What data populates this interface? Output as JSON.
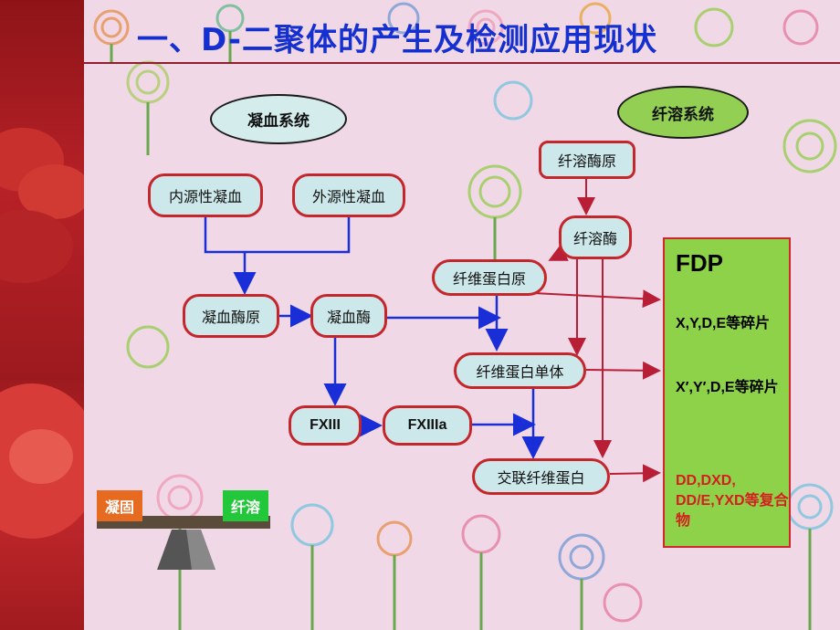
{
  "title": "一、D-二聚体的产生及检测应用现状",
  "ellipses": {
    "coagulation_system": "凝血系统",
    "fibrinolysis_system": "纤溶系统"
  },
  "nodes": {
    "intrinsic": "内源性凝血",
    "extrinsic": "外源性凝血",
    "prothrombin": "凝血酶原",
    "thrombin": "凝血酶",
    "fxiii": "FXIII",
    "fxiiia": "FXIIIa",
    "plasminogen": "纤溶酶原",
    "plasmin": "纤溶酶",
    "fibrinogen": "纤维蛋白原",
    "fibrin_monomer": "纤维蛋白单体",
    "crosslinked_fibrin": "交联纤维蛋白"
  },
  "fdp": {
    "heading": "FDP",
    "line1": "X,Y,D,E等碎片",
    "line2": "X′,Y′,D,E等碎片",
    "line3": "DD,DXD, DD/E,YXD等复合物"
  },
  "seesaw": {
    "left_label": "凝固",
    "right_label": "纤溶"
  },
  "colors": {
    "title": "#1530d0",
    "node_border": "#c5262c",
    "node_fill": "#cde8ea",
    "blue_arrow": "#1a2ed8",
    "red_arrow": "#b81e36",
    "fdp_fill": "#8ed24a",
    "fdp_red_text": "#d51f1f",
    "ellipse_left": "#d5ecec",
    "ellipse_right": "#92cf52"
  }
}
